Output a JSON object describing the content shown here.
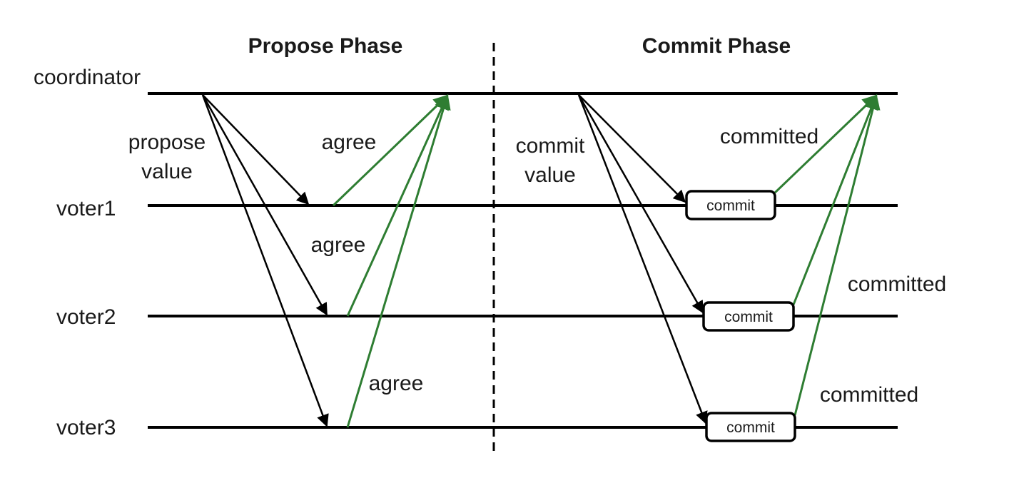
{
  "phases": {
    "propose": "Propose Phase",
    "commit": "Commit Phase"
  },
  "participants": {
    "coordinator": "coordinator",
    "voter1": "voter1",
    "voter2": "voter2",
    "voter3": "voter3"
  },
  "messages": {
    "propose_line1": "propose",
    "propose_line2": "value",
    "agree": "agree",
    "commit_line1": "commit",
    "commit_line2": "value",
    "committed": "committed"
  },
  "boxes": {
    "commit": "commit"
  },
  "colors": {
    "request_arrow": "#000000",
    "response_arrow": "#2e7d32"
  }
}
